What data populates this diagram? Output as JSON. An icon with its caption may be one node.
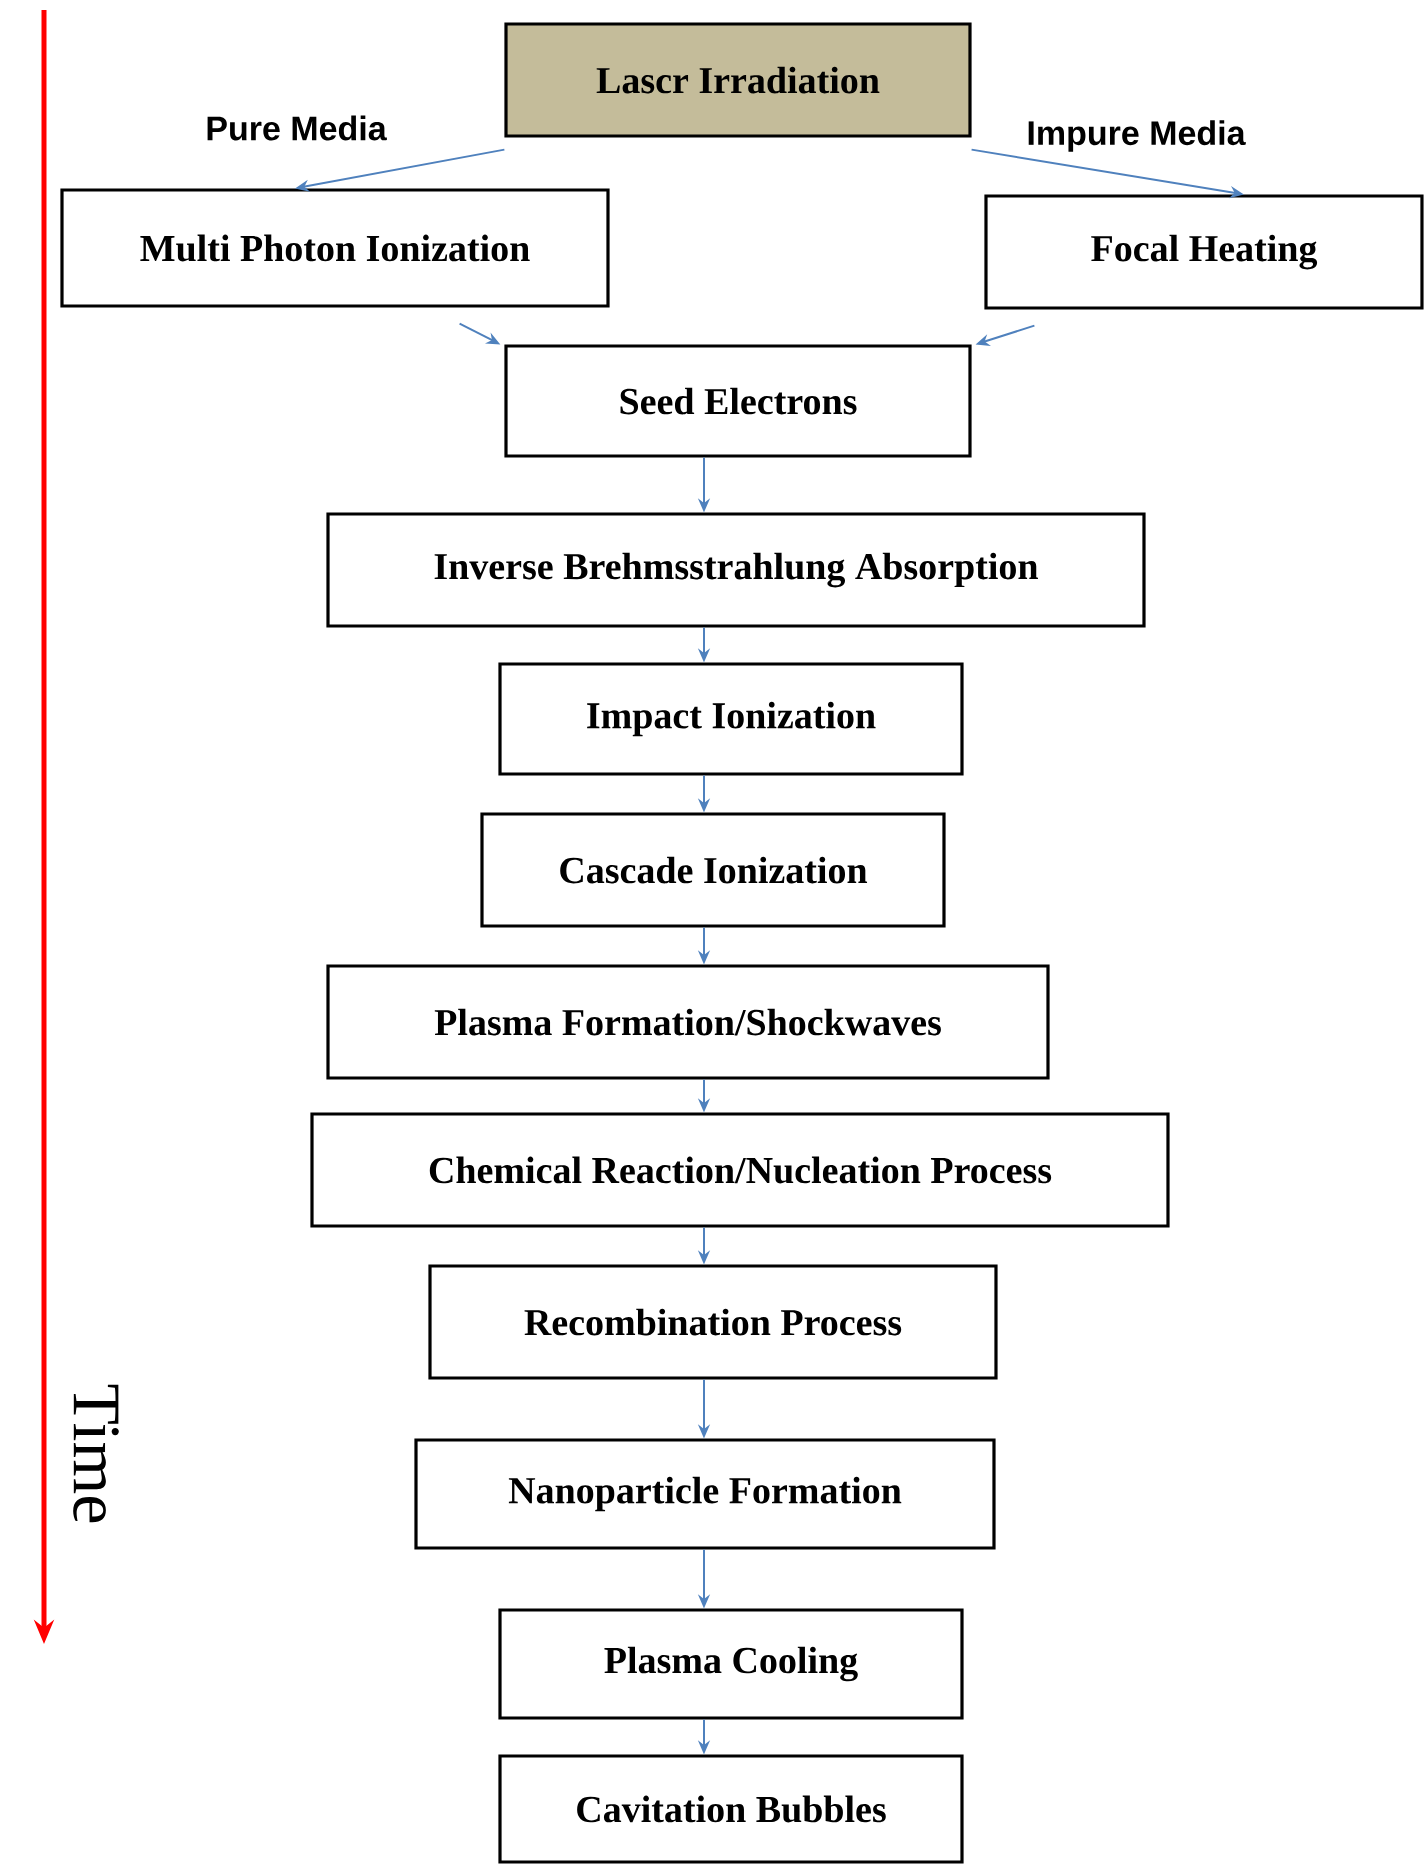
{
  "diagram": {
    "nodes": [
      {
        "text": [
          "Lascr Irradiation"
        ]
      },
      {
        "text": [
          "Multi Photon Ionization"
        ]
      },
      {
        "text": [
          "Focal Heating"
        ]
      },
      {
        "text": [
          "Seed Electrons"
        ]
      },
      {
        "text": [
          "Inverse Brehmsstrahlung Absorption"
        ]
      },
      {
        "text": [
          "Impact Ionization"
        ]
      },
      {
        "text": [
          "Cascade Ionization"
        ]
      },
      {
        "text": [
          "Plasma Formation/Shockwaves"
        ]
      },
      {
        "text": [
          "Chemical Reaction/Nucleation Process"
        ]
      },
      {
        "text": [
          "Recombination Process"
        ]
      },
      {
        "text": [
          "Nanoparticle Formation"
        ]
      },
      {
        "text": [
          "Plasma Cooling"
        ]
      },
      {
        "text": [
          "Cavitation Bubbles"
        ]
      }
    ],
    "edges": [
      {
        "from": 0,
        "to": 1,
        "arrow": "to",
        "label": "Pure Media"
      },
      {
        "from": 0,
        "to": 2,
        "arrow": "to",
        "label": "Impure Media"
      },
      {
        "from": 1,
        "to": 3,
        "arrow": "to"
      },
      {
        "from": 2,
        "to": 3,
        "arrow": "to"
      },
      {
        "from": 3,
        "to": 4,
        "arrow": "to"
      },
      {
        "from": 4,
        "to": 5,
        "arrow": "to"
      },
      {
        "from": 5,
        "to": 6,
        "arrow": "to"
      },
      {
        "from": 6,
        "to": 7,
        "arrow": "to"
      },
      {
        "from": 7,
        "to": 8,
        "arrow": "to"
      },
      {
        "from": 8,
        "to": 9,
        "arrow": "to"
      },
      {
        "from": 9,
        "to": 10,
        "arrow": "to"
      },
      {
        "from": 10,
        "to": 11,
        "arrow": "to"
      },
      {
        "from": 11,
        "to": 12,
        "arrow": "to"
      }
    ],
    "labels": [
      "Time"
    ]
  }
}
